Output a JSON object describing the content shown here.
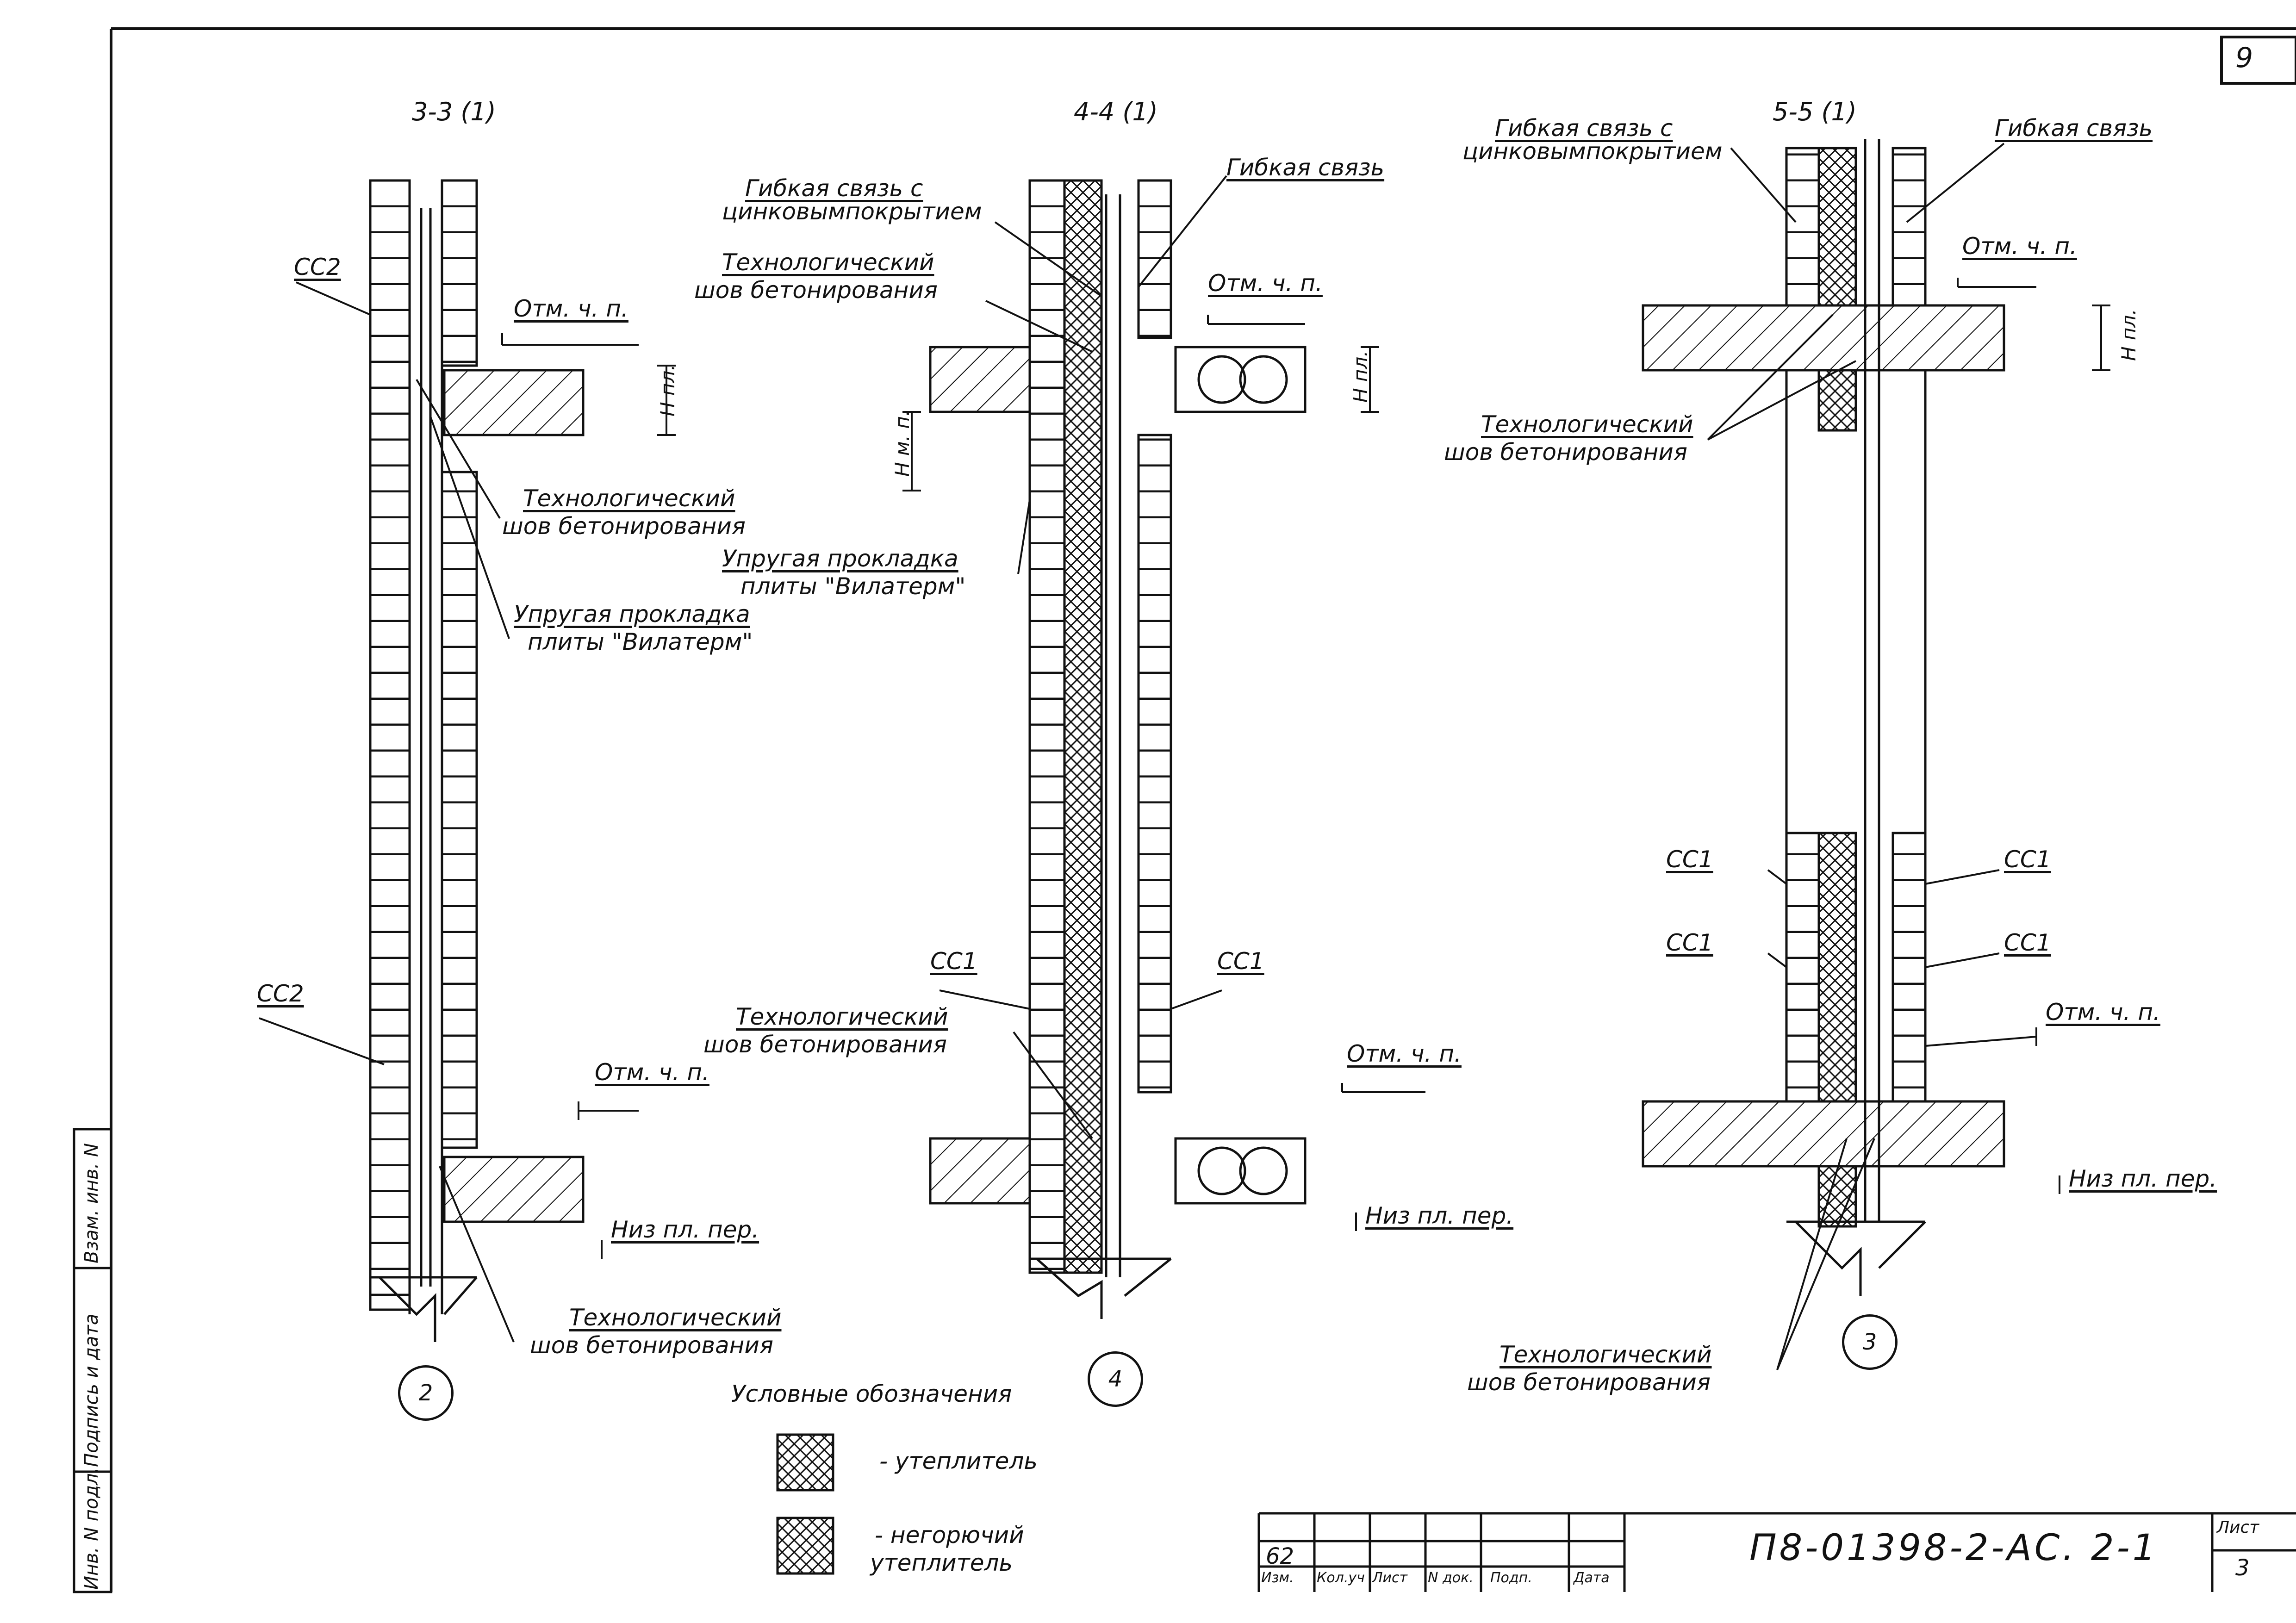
{
  "sections": [
    {
      "title": "3-3 (1)",
      "circle": "2"
    },
    {
      "title": "4-4 (1)",
      "circle": "4"
    },
    {
      "title": "5-5 (1)",
      "circle": "3"
    }
  ],
  "labels": {
    "cc2": "СС2",
    "cc1": "СС1",
    "otm": "Отм. ч. п.",
    "niz": "Низ пл. пер.",
    "h_pl": "Н пл.",
    "h_mp": "Н м. п.",
    "tech_1": "Технологический",
    "tech_2": "шов бетонирования",
    "prokl_1": "Упругая прокладка",
    "prokl_2": "плиты \"Вилатерм\"",
    "gib": "Гибкая связь",
    "gib_zinc_1": "Гибкая связь с",
    "gib_zinc_2": "цинковымпокрытием"
  },
  "legend": {
    "title": "Условные обозначения",
    "item1": "- утеплитель",
    "item2_1": "- негорючий",
    "item2_2": "утеплитель"
  },
  "title_block": {
    "code": "П8-01398-2-АС. 2-1",
    "value_62": "62",
    "headers": [
      "Изм.",
      "Кол.уч",
      "Лист",
      "N док.",
      "Подп.",
      "Дата"
    ],
    "sheet_label": "Лист",
    "sheet_no": "3",
    "corner": "9"
  },
  "side_stamp": [
    "Инв. N подл.",
    "Подпись и дата",
    "Взам. инв. N"
  ]
}
